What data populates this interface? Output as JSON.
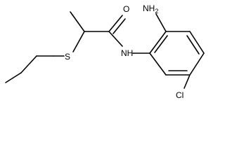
{
  "molecule": {
    "labels": {
      "oxygen": "O",
      "nh2": "NH",
      "nh2_subscript": "2",
      "amide_nh": "NH",
      "sulfur": "S",
      "chlorine": "Cl"
    },
    "colors": {
      "bond": "#000000",
      "label": "#000000",
      "background": "#ffffff"
    }
  }
}
